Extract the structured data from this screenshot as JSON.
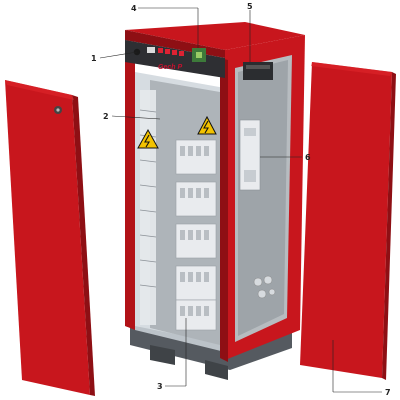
{
  "colors": {
    "cabinet_red": "#c8161d",
    "cabinet_red_dark": "#8e0f14",
    "cabinet_red_light": "#e0262c",
    "interior_grey": "#b7bcc0",
    "breaker_white": "#e9ebee",
    "base_dark": "#555a60",
    "warning_yellow": "#f2c200"
  },
  "brand": {
    "logo_text": "Gech P"
  },
  "callouts": [
    {
      "id": "1",
      "label": "1"
    },
    {
      "id": "2",
      "label": "2"
    },
    {
      "id": "3",
      "label": "3"
    },
    {
      "id": "4",
      "label": "4"
    },
    {
      "id": "5",
      "label": "5"
    },
    {
      "id": "6",
      "label": "6"
    },
    {
      "id": "7",
      "label": "7"
    }
  ],
  "icons": {
    "warning_left": "high-voltage-warning-icon",
    "warning_right": "high-voltage-warning-icon",
    "door_lock": "lock-icon"
  }
}
